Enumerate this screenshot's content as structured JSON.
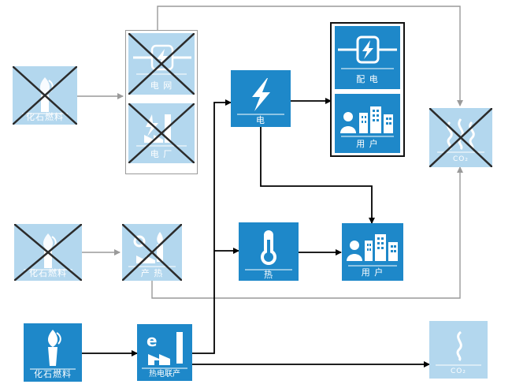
{
  "labels": {
    "fossil_fuel_1": "化石燃料",
    "fossil_fuel_2": "化石燃料",
    "fossil_fuel_3": "化石燃料",
    "power_grid": "电 网",
    "power_plant": "电 厂",
    "heat_production": "产 热",
    "chp": "热电联产",
    "electricity": "电",
    "heat": "热",
    "distribution": "配 电",
    "users_1": "用 户",
    "users_2": "用 户",
    "co2_1": "CO₂",
    "co2_2": "CO₂"
  },
  "colors": {
    "active": "#1e88c9",
    "faded": "#b3d7ee",
    "cross": "#2b2b2b",
    "line": "#000000",
    "line_faded": "#9a9a9a"
  },
  "icons": {
    "fossil_fuel": "flame-chimney-icon",
    "power_grid": "lightning-plug-icon",
    "power_plant": "factory-lightning-icon",
    "heat_production": "factory-flame-icon",
    "chp": "factory-electric-icon",
    "electricity": "lightning-icon",
    "heat": "thermometer-icon",
    "distribution": "lightning-plug-icon",
    "users": "people-building-icon",
    "co2": "smoke-icon"
  }
}
